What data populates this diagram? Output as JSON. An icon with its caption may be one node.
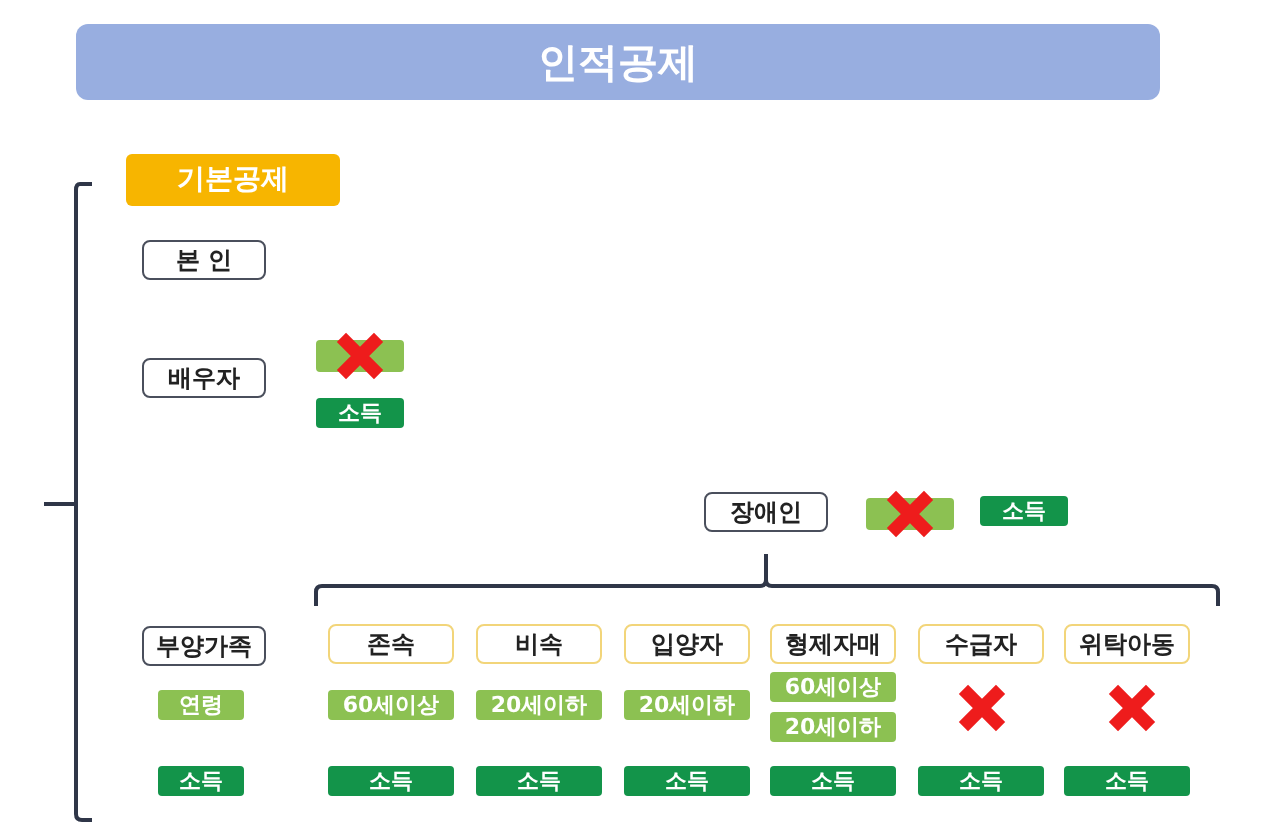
{
  "diagram": {
    "title": "인적공제",
    "nodes": [
      {
        "text": [
          "기본공제"
        ]
      },
      {
        "text": [
          "본 인"
        ]
      },
      {
        "text": [
          "배우자"
        ]
      },
      {
        "text": [],
        "shape": "bar"
      },
      {
        "text": [
          "소득"
        ]
      },
      {
        "text": [
          "장애인"
        ]
      },
      {
        "text": [],
        "shape": "bar"
      },
      {
        "text": [
          "소득"
        ]
      },
      {
        "text": [
          "부양가족"
        ]
      },
      {
        "text": [
          "존속"
        ]
      },
      {
        "text": [
          "비속"
        ]
      },
      {
        "text": [
          "입양자"
        ]
      },
      {
        "text": [
          "형제자매"
        ]
      },
      {
        "text": [
          "수급자"
        ]
      },
      {
        "text": [
          "위탁아동"
        ]
      },
      {
        "text": [
          "연령"
        ]
      },
      {
        "text": [
          "60세이상"
        ]
      },
      {
        "text": [
          "20세이하"
        ]
      },
      {
        "text": [
          "20세이하"
        ]
      },
      {
        "text": [
          "60세이상"
        ]
      },
      {
        "text": [
          "20세이하"
        ]
      },
      {
        "text": [
          "소득"
        ]
      },
      {
        "text": [
          "소득"
        ]
      },
      {
        "text": [
          "소득"
        ]
      },
      {
        "text": [
          "소득"
        ]
      },
      {
        "text": [
          "소득"
        ]
      },
      {
        "text": [
          "소득"
        ]
      },
      {
        "text": [
          "소득"
        ]
      }
    ]
  }
}
